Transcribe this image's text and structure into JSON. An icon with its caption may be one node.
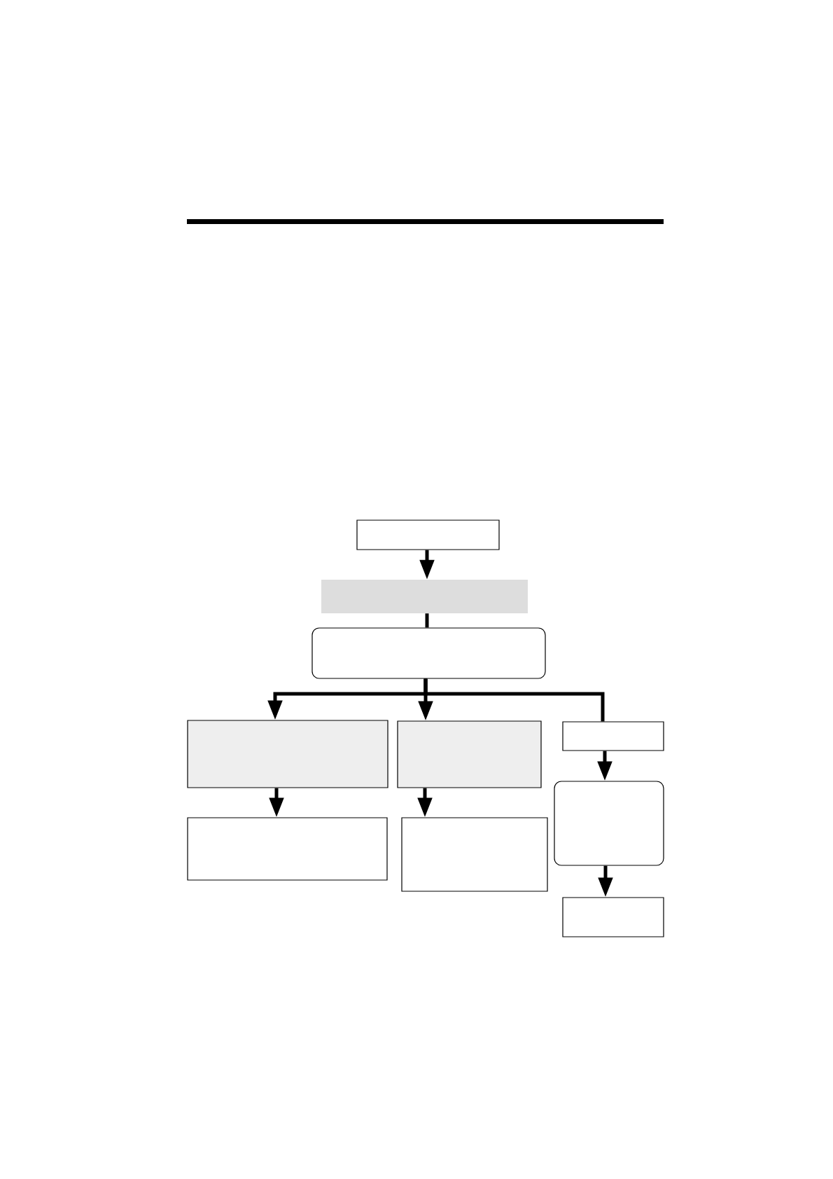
{
  "diagram": {
    "nodes": [
      {
        "text": [],
        "shape": "box"
      },
      {
        "text": [],
        "shape": "box"
      },
      {
        "text": [],
        "shape": "box"
      },
      {
        "text": [],
        "shape": "box"
      },
      {
        "text": [],
        "shape": "box"
      },
      {
        "text": [],
        "shape": "box"
      },
      {
        "text": [],
        "shape": "box"
      },
      {
        "text": [],
        "shape": "box"
      },
      {
        "text": [],
        "shape": "box"
      },
      {
        "text": [],
        "shape": "box"
      }
    ],
    "edges": [
      {
        "from": 0,
        "to": 1,
        "arrow": "to"
      },
      {
        "from": 1,
        "to": 2,
        "arrow": "none"
      },
      {
        "from": 2,
        "to": 3,
        "arrow": "to"
      },
      {
        "from": 2,
        "to": 4,
        "arrow": "to"
      },
      {
        "from": 2,
        "to": 5,
        "arrow": "none"
      },
      {
        "from": 3,
        "to": 6,
        "arrow": "to"
      },
      {
        "from": 4,
        "to": 7,
        "arrow": "to"
      },
      {
        "from": 5,
        "to": 8,
        "arrow": "to"
      },
      {
        "from": 8,
        "to": 9,
        "arrow": "to"
      }
    ]
  }
}
